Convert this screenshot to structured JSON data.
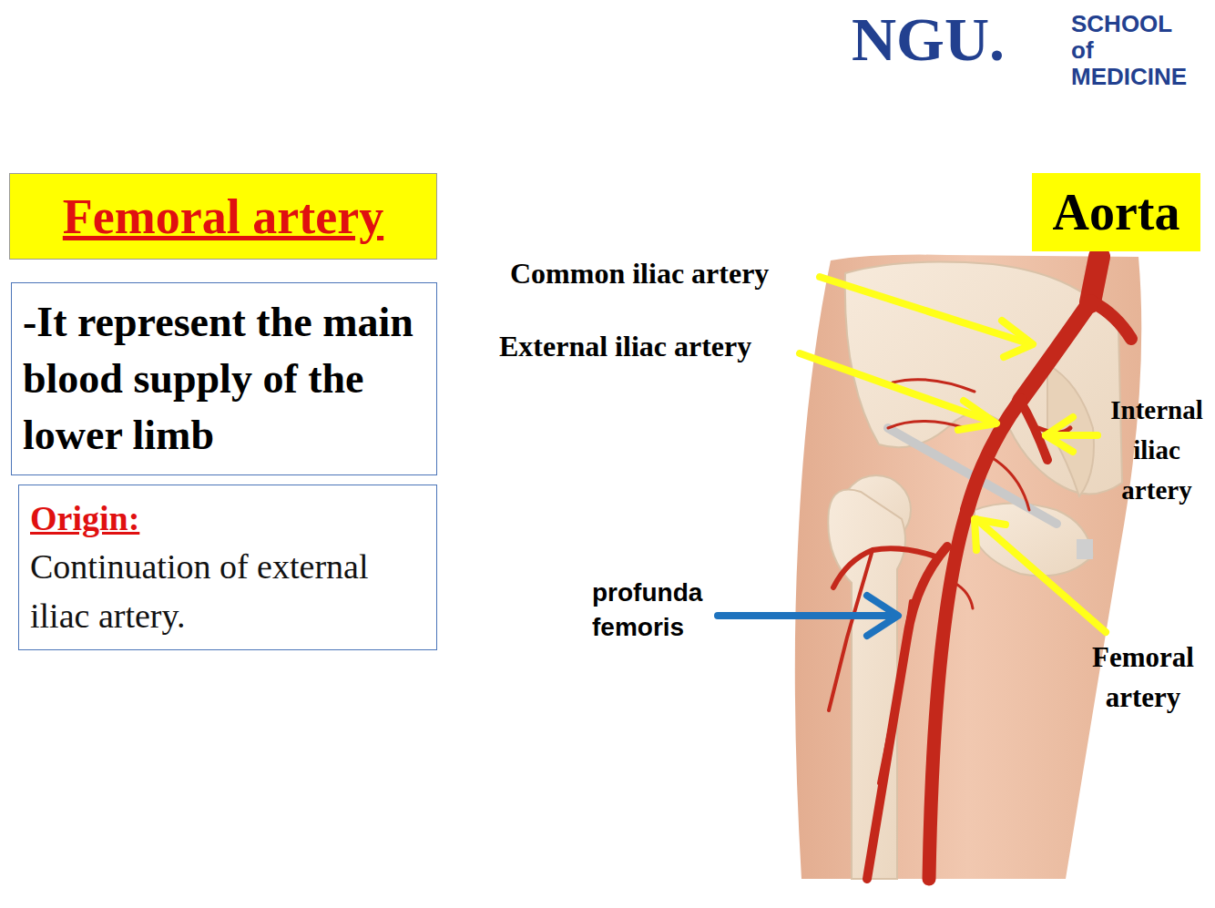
{
  "diagram": {
    "nodes": [
      {
        "text": [
          "Femoral artery"
        ]
      },
      {
        "text": [
          "-It represent the main blood supply of the lower limb"
        ]
      },
      {
        "text": [
          "Origin:",
          "Continuation of external iliac artery."
        ]
      },
      {
        "text": [
          "Aorta"
        ]
      }
    ],
    "labels": [
      "NGU.",
      "SCHOOL of MEDICINE",
      "Common iliac artery",
      "External iliac artery",
      "Internal iliac artery",
      "profunda femoris",
      "Femoral artery"
    ]
  }
}
